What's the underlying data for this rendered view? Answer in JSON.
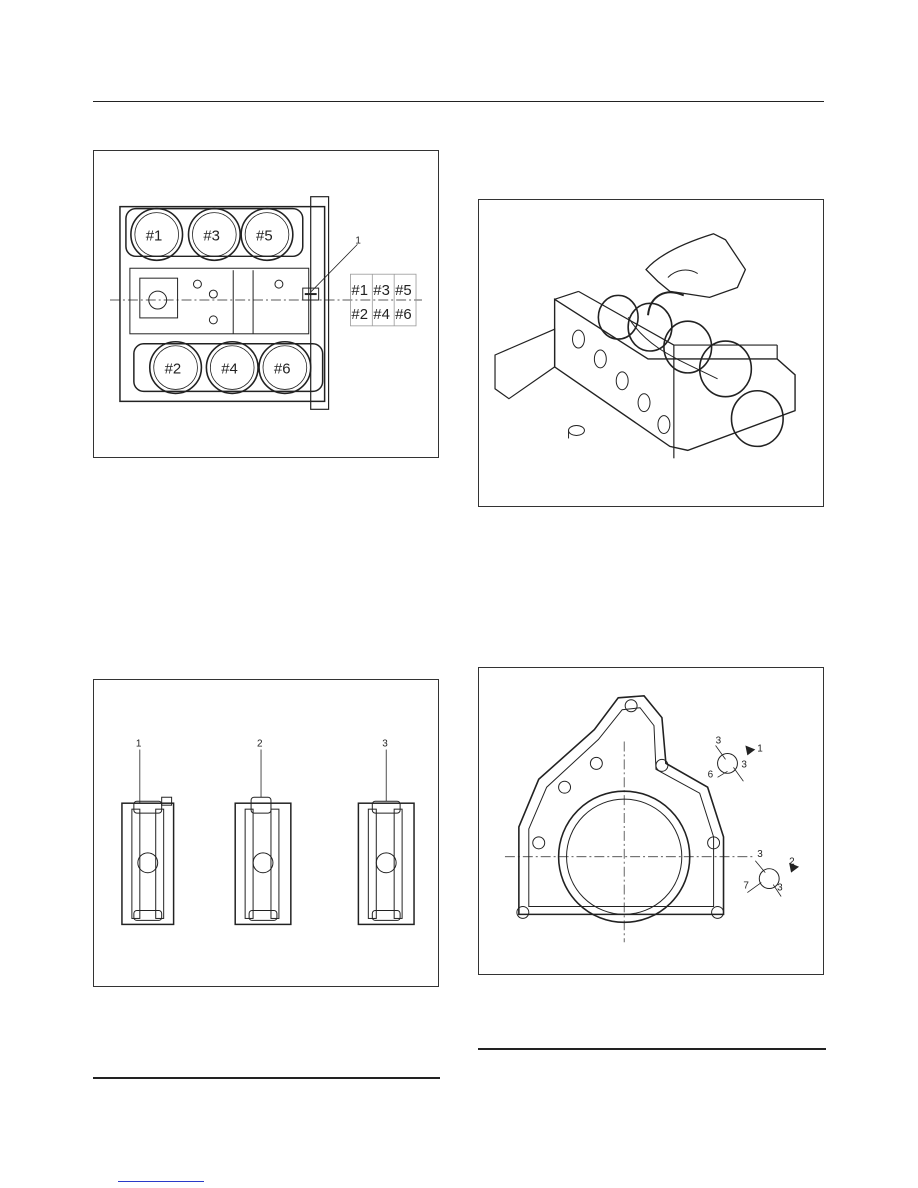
{
  "figures": {
    "block_top": {
      "callout": "1",
      "cylinders": [
        "#1",
        "#3",
        "#5",
        "#2",
        "#4",
        "#6"
      ],
      "grid": [
        [
          "#1",
          "#3",
          "#5"
        ],
        [
          "#2",
          "#4",
          "#6"
        ]
      ]
    },
    "bearings": {
      "callouts": [
        "1",
        "2",
        "3"
      ]
    },
    "crank_install": {},
    "rear_cover": {
      "callout_1": "1",
      "callout_2": "2",
      "dims_1": [
        "3",
        "6",
        "3"
      ],
      "dims_2": [
        "3",
        "7",
        "3"
      ]
    }
  }
}
